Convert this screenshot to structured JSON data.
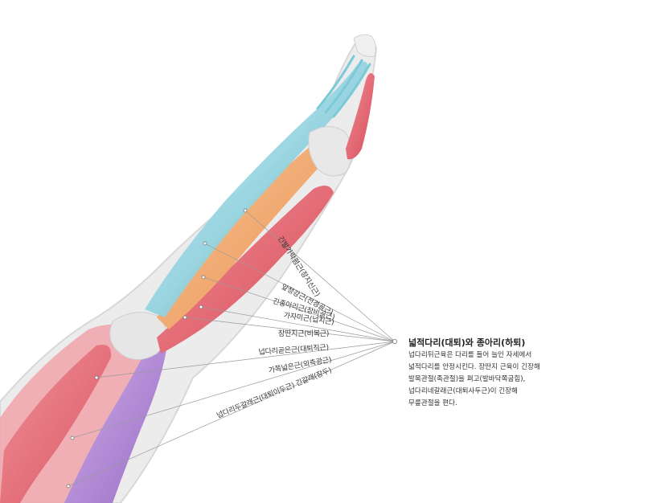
{
  "callout": {
    "title": "넓적다리(대퇴)와 종아리(하퇴)",
    "description_lines": [
      "넙다리뒤근육은 다리를 들어 늘인 자세에서",
      "넓적다리를 안정시킨다. 장딴지 근육이 긴장해",
      "발목관절(족관절)을 펴고(발바닥쪽굽힘),",
      "넙다리네갈래근(대퇴사두근)이 긴장해",
      "무릎관절을 편다."
    ]
  },
  "labels": [
    "긴발가락폄근(장지신근)",
    "앞정강근(전경골근)",
    "긴종아리근(장비골근)",
    "가자미근(넙치근)",
    "장딴지근(비복근)",
    "넙다리곧은근(대퇴직근)",
    "가쪽넓은근(외측광근)",
    "넙다리두갈래근(대퇴이두근) 긴갈래(장두)"
  ],
  "colors": {
    "muscle_red": "#e2606c",
    "muscle_pink": "#f1a4aa",
    "tendon_cyan": "#8fd3df",
    "tibialis_orange": "#f3a86a",
    "hamstring_purple": "#b48ad6",
    "bone": "#e6e6e6",
    "skin_ghost": "#d6d6d6",
    "leader_line": "#9a9a9a"
  }
}
